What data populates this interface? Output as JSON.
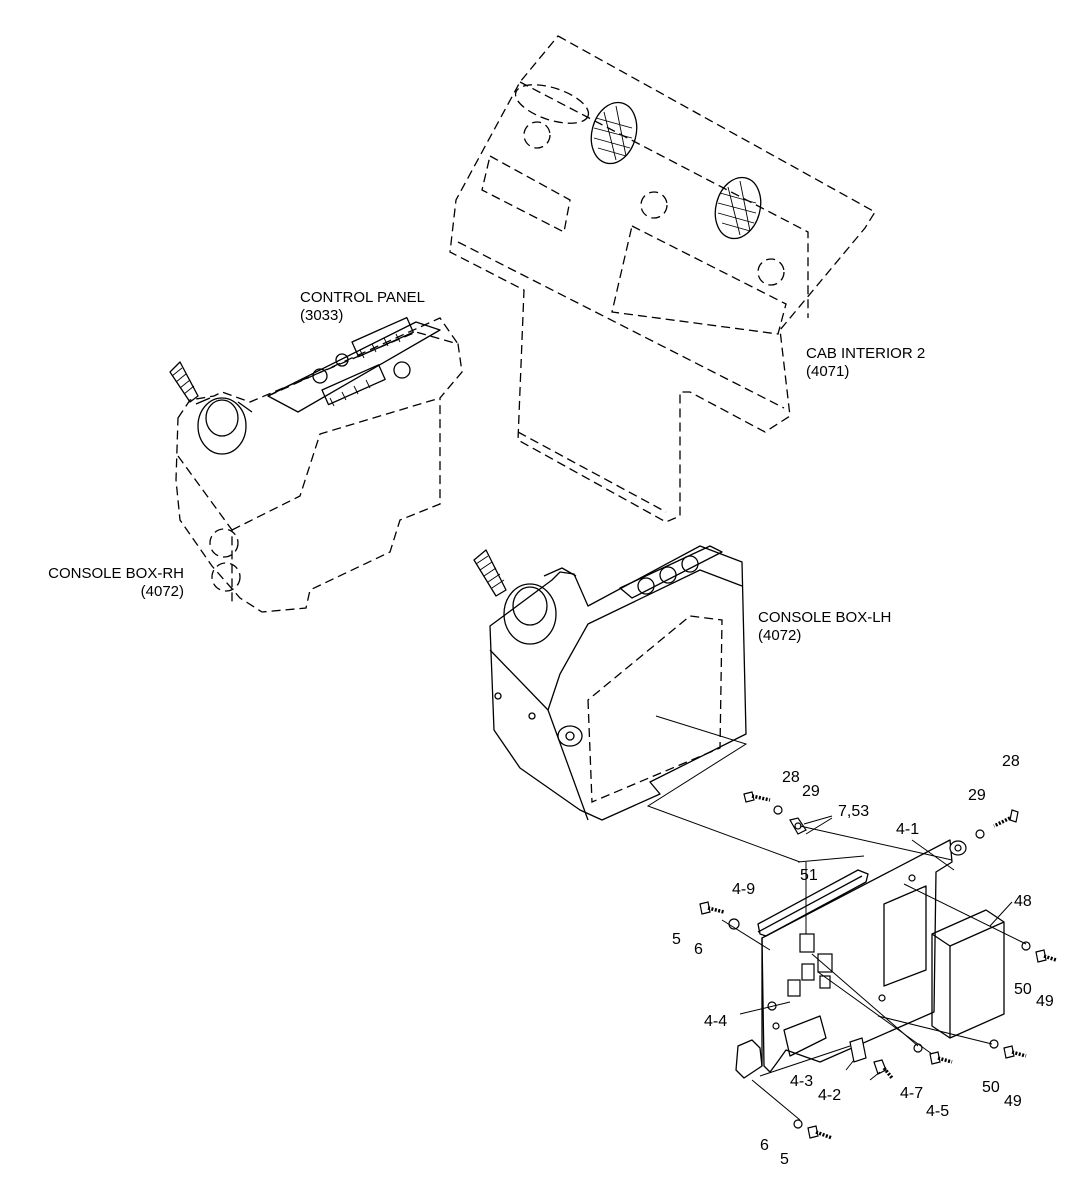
{
  "components": [
    {
      "id": "control-panel",
      "name": "CONTROL PANEL",
      "ref": "(3033)"
    },
    {
      "id": "cab-interior-2",
      "name": "CAB INTERIOR 2",
      "ref": "(4071)"
    },
    {
      "id": "console-box-rh",
      "name": "CONSOLE BOX-RH",
      "ref": "(4072)"
    },
    {
      "id": "console-box-lh",
      "name": "CONSOLE BOX-LH",
      "ref": "(4072)"
    }
  ],
  "callouts": {
    "c28a": "28",
    "c29a": "29",
    "c753": "7,53",
    "c41": "4-1",
    "c29b": "29",
    "c28b": "28",
    "c49": "4-9",
    "c51": "51",
    "c48": "48",
    "c5a": "5",
    "c6a": "6",
    "c50a": "50",
    "c49a": "49",
    "c44": "4-4",
    "c43": "4-3",
    "c42": "4-2",
    "c47": "4-7",
    "c45": "4-5",
    "c50b": "50",
    "c49b": "49",
    "c6b": "6",
    "c5b": "5"
  }
}
